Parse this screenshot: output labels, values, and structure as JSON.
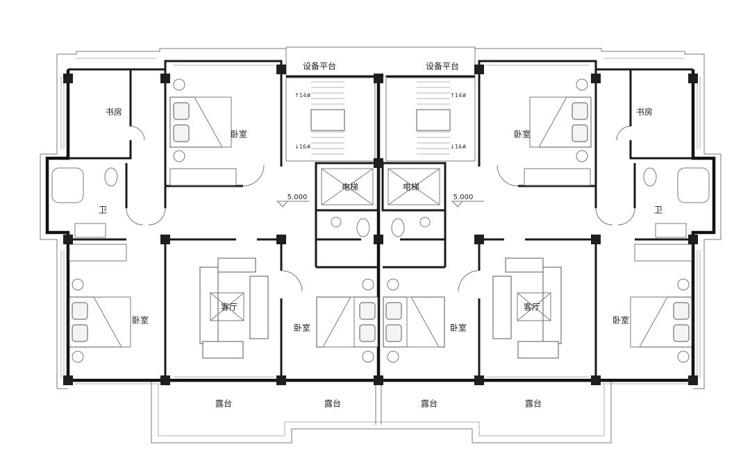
{
  "labels": {
    "study": "书房",
    "bedroom": "卧室",
    "bathroom": "卫",
    "equipment_platform": "设备平台",
    "elevator": "电梯",
    "living_room": "客厅",
    "terrace": "露台",
    "level": "5.000",
    "stair_up": "↑14",
    "stair_down": "↓16",
    "stair_suffix": "#"
  }
}
